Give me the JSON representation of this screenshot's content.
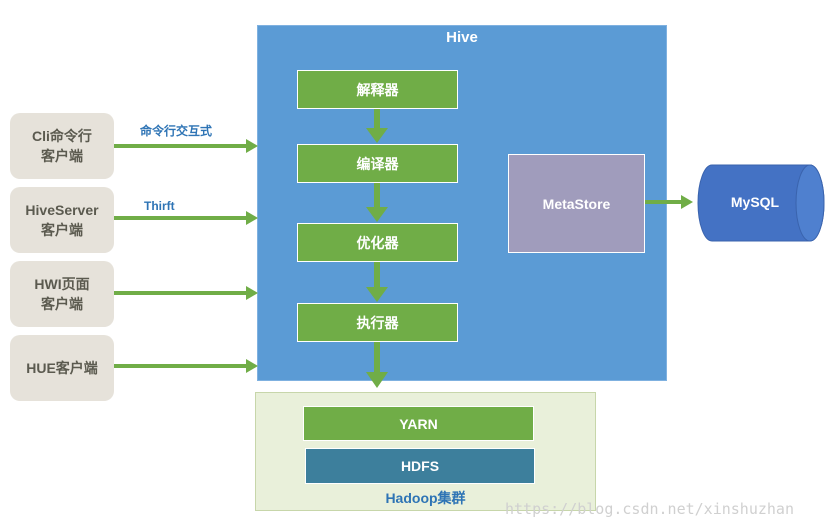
{
  "clients": [
    {
      "line1": "Cli命令行",
      "line2": "客户端"
    },
    {
      "line1": "HiveServer",
      "line2": "客户端"
    },
    {
      "line1": "HWI页面",
      "line2": "客户端"
    },
    {
      "line1": "HUE客户端",
      "line2": ""
    }
  ],
  "edge_labels": {
    "cli": "命令行交互式",
    "hiveserver": "Thirft"
  },
  "hive": {
    "title": "Hive",
    "steps": [
      "解释器",
      "编译器",
      "优化器",
      "执行器"
    ],
    "metastore": "MetaStore"
  },
  "mysql": "MySQL",
  "hadoop": {
    "title": "Hadoop集群",
    "yarn": "YARN",
    "hdfs": "HDFS"
  },
  "watermark": "https://blog.csdn.net/xinshuzhan",
  "colors": {
    "arrow": "#70ad47",
    "hive": "#5b9bd5",
    "step": "#70ad47",
    "metastore": "#a09cbc",
    "mysql": "#4472c4",
    "hdfs": "#3d7f9c"
  }
}
